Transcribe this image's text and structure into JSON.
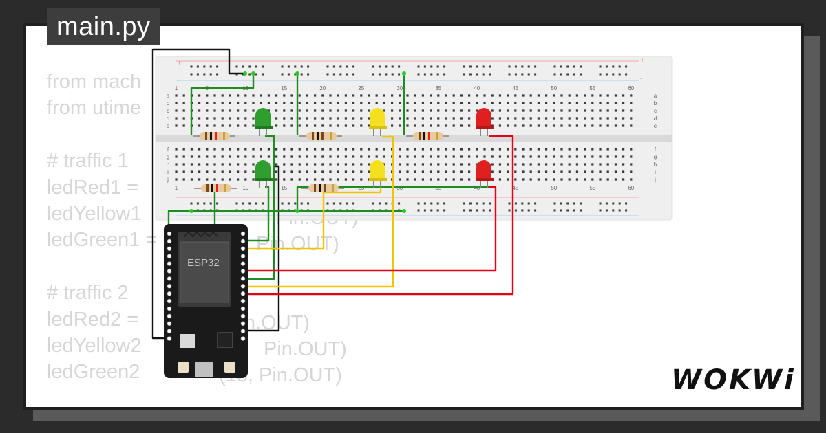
{
  "editor": {
    "filename": "main.py",
    "code_lines": [
      "from mach",
      "from utime",
      "",
      "# traffic 1",
      "ledRed1 =",
      "ledYellow1",
      "ledGreen1 =",
      "",
      "# traffic 2",
      "ledRed2 =",
      "ledYellow2",
      "ledGreen2"
    ],
    "code_tail_fragments": [
      "Pin.OUT)",
      "Pin.OUT)",
      "n.OUT)",
      "Pin.OUT)",
      "(18, Pin.OUT)"
    ]
  },
  "breadboard": {
    "column_numbers": [
      "1",
      "5",
      "10",
      "15",
      "20",
      "25",
      "30",
      "35",
      "40",
      "45",
      "50",
      "55",
      "60"
    ],
    "row_letters_top": [
      "a",
      "b",
      "c",
      "d",
      "e"
    ],
    "row_letters_bottom": [
      "f",
      "g",
      "h",
      "i",
      "j"
    ],
    "rail_plus": "+",
    "rail_minus": "-"
  },
  "esp32": {
    "label": "ESP32"
  },
  "brand": {
    "logo": "WOKWi"
  },
  "colors": {
    "wire_green": "#1e8c1e",
    "wire_yellow": "#f0c400",
    "wire_red": "#e3001b",
    "wire_black": "#111111",
    "led_green": "#2e9e2e",
    "led_yellow": "#f5e020",
    "led_red": "#e02020"
  }
}
